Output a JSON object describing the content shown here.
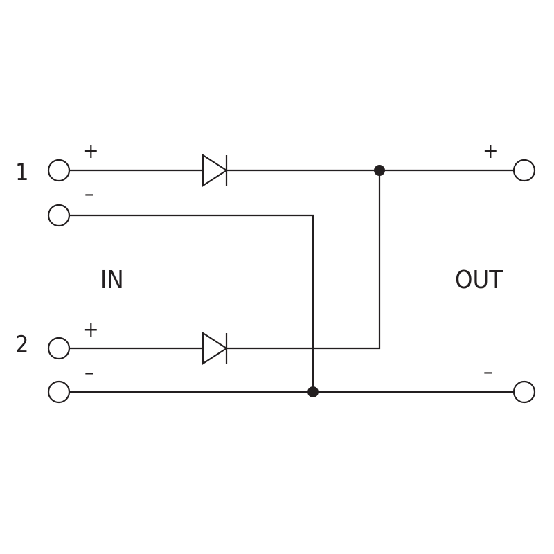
{
  "labels": {
    "input_1": "1",
    "input_2": "2",
    "in": "IN",
    "out": "OUT",
    "plus": "+",
    "minus": "–"
  }
}
